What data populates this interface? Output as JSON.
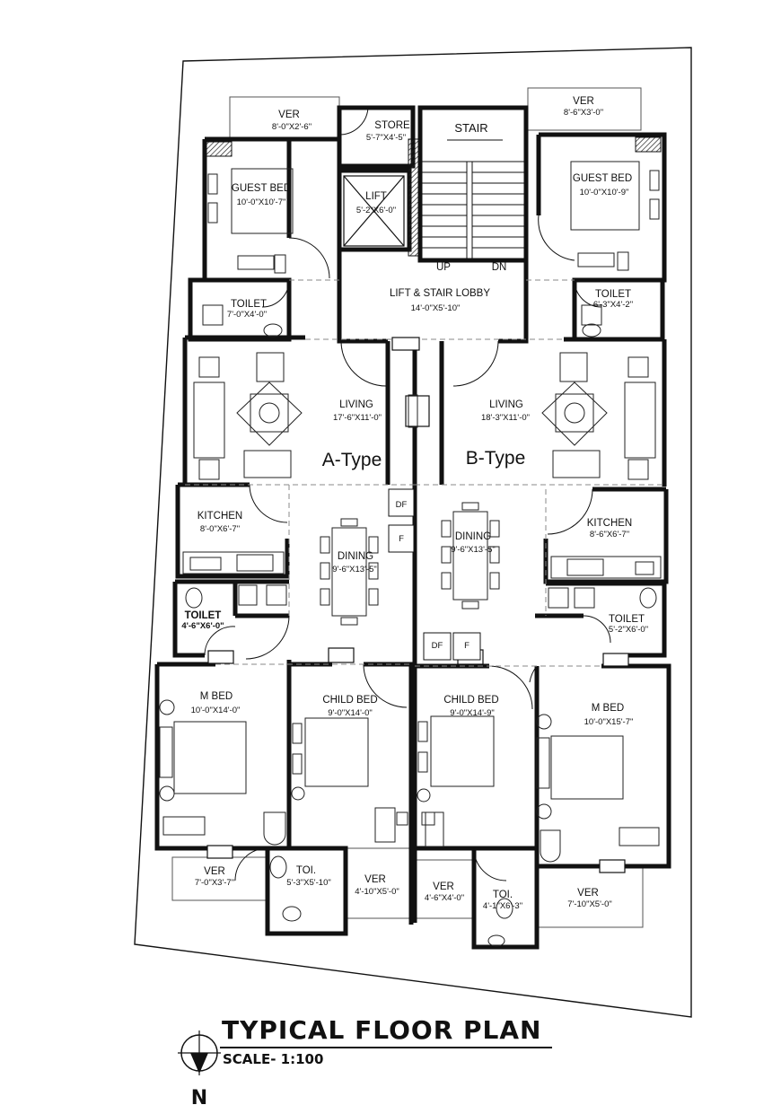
{
  "plan": {
    "title": "TYPICAL FLOOR PLAN",
    "scale": "SCALE- 1:100",
    "north_label": "N",
    "unit_labels": {
      "a": "A-Type",
      "b": "B-Type"
    },
    "rooms": {
      "ver_tl": {
        "name": "VER",
        "dim": "8'-0\"X2'-6\""
      },
      "store": {
        "name": "STORE",
        "dim": "5'-7\"X4'-5\""
      },
      "stair": {
        "name": "STAIR",
        "up": "UP",
        "dn": "DN"
      },
      "ver_tr": {
        "name": "VER",
        "dim": "8'-6\"X3'-0\""
      },
      "guest_bed_a": {
        "name": "GUEST BED",
        "dim": "10'-0\"X10'-7\""
      },
      "lift": {
        "name": "LIFT",
        "dim": "5'-2\"X6'-0\""
      },
      "guest_bed_b": {
        "name": "GUEST BED",
        "dim": "10'-0\"X10'-9\""
      },
      "lobby": {
        "name": "LIFT & STAIR LOBBY",
        "dim": "14'-0\"X5'-10\""
      },
      "toilet_a1": {
        "name": "TOILET",
        "dim": "7'-0\"X4'-0\""
      },
      "toilet_b1": {
        "name": "TOILET",
        "dim": "6'-3\"X4'-2\""
      },
      "living_a": {
        "name": "LIVING",
        "dim": "17'-6\"X11'-0\""
      },
      "living_b": {
        "name": "LIVING",
        "dim": "18'-3\"X11'-0\""
      },
      "kitchen_a": {
        "name": "KITCHEN",
        "dim": "8'-0\"X6'-7\""
      },
      "kitchen_b": {
        "name": "KITCHEN",
        "dim": "8'-6\"X6'-7\""
      },
      "dining_a": {
        "name": "DINING",
        "dim": "9'-6\"X13'-5\""
      },
      "dining_b": {
        "name": "DINING",
        "dim": "9'-6\"X13'-5\""
      },
      "toilet_a2": {
        "name": "TOILET",
        "dim": "4'-6\"X6'-0\""
      },
      "toilet_b2": {
        "name": "TOILET",
        "dim": "5'-2\"X6'-0\""
      },
      "m_bed_a": {
        "name": "M BED",
        "dim": "10'-0\"X14'-0\""
      },
      "child_bed_a": {
        "name": "CHILD BED",
        "dim": "9'-0\"X14'-0\""
      },
      "child_bed_b": {
        "name": "CHILD BED",
        "dim": "9'-0\"X14'-9\""
      },
      "m_bed_b": {
        "name": "M BED",
        "dim": "10'-0\"X15'-7\""
      },
      "ver_bl": {
        "name": "VER",
        "dim": "7'-0\"X3'-7\""
      },
      "toi_a": {
        "name": "TOI.",
        "dim": "5'-3\"X5'-10\""
      },
      "ver_bc1": {
        "name": "VER",
        "dim": "4'-10\"X5'-0\""
      },
      "ver_bc2": {
        "name": "VER",
        "dim": "4'-6\"X4'-0\""
      },
      "toi_b": {
        "name": "TOI.",
        "dim": "4'-1\"X6'-3\""
      },
      "ver_br": {
        "name": "VER",
        "dim": "7'-10\"X5'-0\""
      }
    },
    "duct_labels": {
      "df": "DF",
      "f": "F"
    }
  }
}
